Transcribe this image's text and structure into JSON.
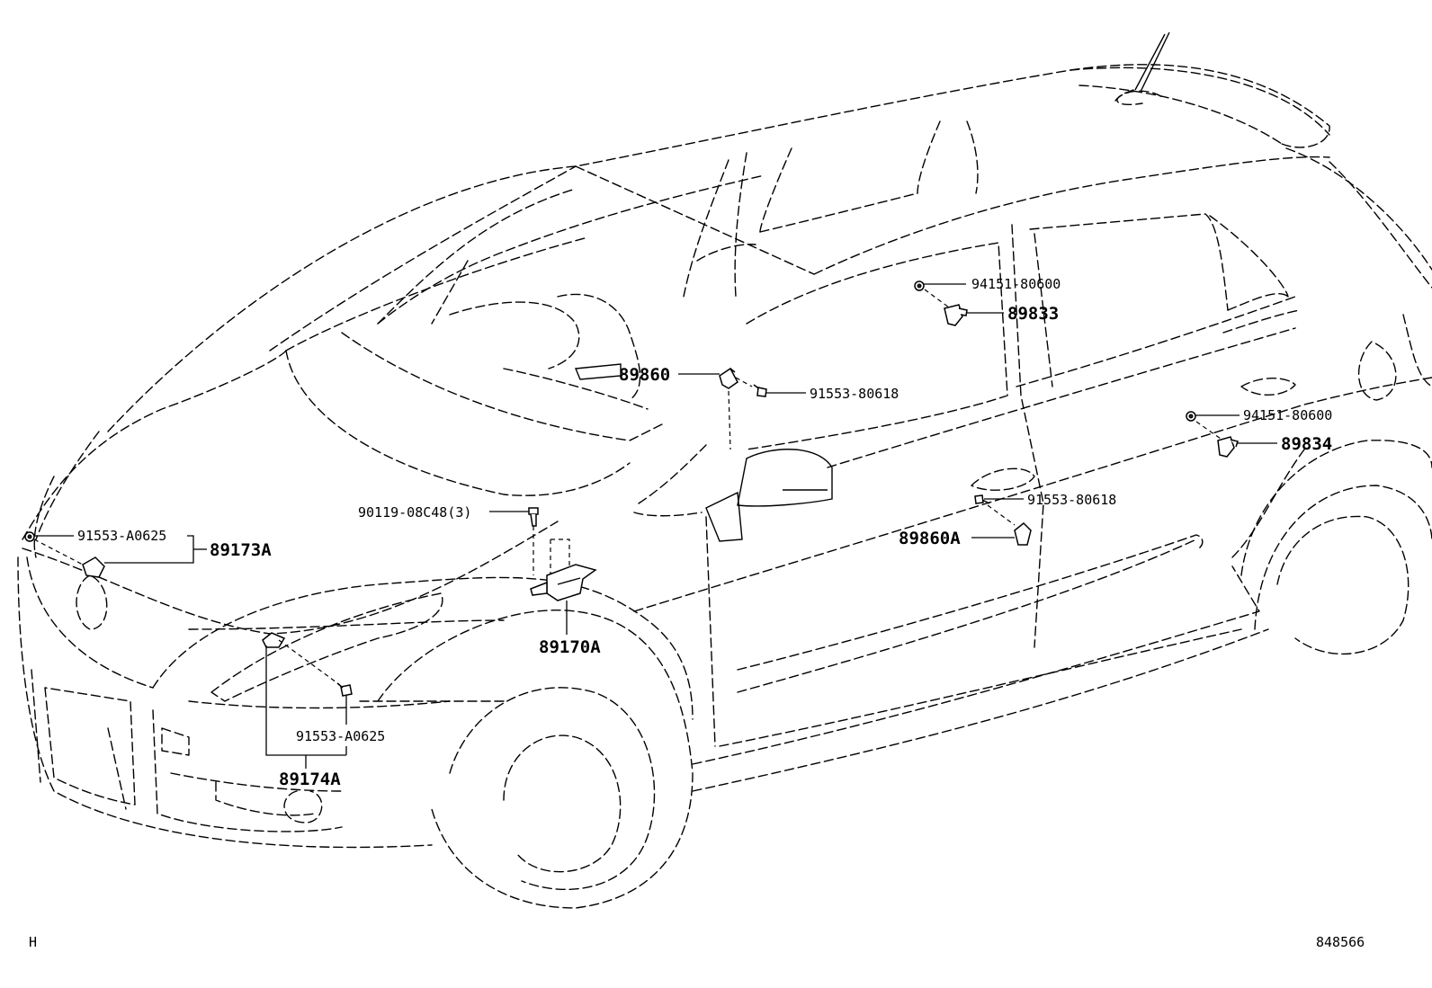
{
  "diagram": {
    "callouts": {
      "c94151_top": "94151-80600",
      "c89833": "89833",
      "c89860": "89860",
      "c91553_80618_top": "91553-80618",
      "c94151_rear": "94151-80600",
      "c89834": "89834",
      "c91553_80618_door": "91553-80618",
      "c89860A": "89860A",
      "c90119": "90119-08C48(3)",
      "c91553_A0625_front": "91553-A0625",
      "c89173A": "89173A",
      "c89170A": "89170A",
      "c91553_A0625_lower": "91553-A0625",
      "c89174A": "89174A"
    },
    "corner_left": "H",
    "corner_right": "848566"
  }
}
